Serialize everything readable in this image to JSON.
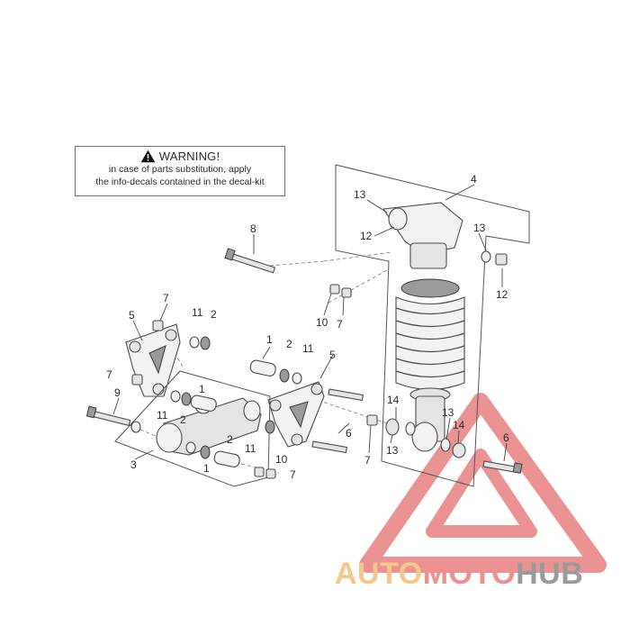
{
  "warning": {
    "title": "WARNING!",
    "line1": "in case of parts substitution, apply",
    "line2": "the info-decals contained in the decal-kit"
  },
  "callouts": {
    "shock_absorber": "4",
    "bolt_8": "8",
    "bolt_9": "9",
    "lever_assembly": "3",
    "plate_left": "5",
    "plate_right": "5",
    "nut_7_a": "7",
    "nut_7_b": "7",
    "nut_7_c": "7",
    "nut_7_d": "7",
    "nut_7_e": "7",
    "washer_10_a": "10",
    "washer_10_b": "10",
    "bearing_11_a": "11",
    "bearing_11_b": "11",
    "bearing_11_c": "11",
    "bearing_11_d": "11",
    "seal_2_a": "2",
    "seal_2_b": "2",
    "seal_2_c": "2",
    "seal_2_d": "2",
    "bush_1_a": "1",
    "bush_1_b": "1",
    "bush_1_c": "1",
    "bolt_6_a": "6",
    "bolt_6_b": "6",
    "oring_13_a": "13",
    "oring_13_b": "13",
    "oring_13_c": "13",
    "oring_13_d": "13",
    "spacer_12_a": "12",
    "spacer_12_b": "12",
    "bush_14_a": "14",
    "bush_14_b": "14"
  },
  "logo": {
    "part1": "AUTO",
    "part2": "MOTO",
    "part3": "HUB",
    "color1": "#f5c78a",
    "color2": "#ef8f8f",
    "color3": "#9a9a9a",
    "triangle_color": "#e88080"
  },
  "icons": {
    "warning": "warning-triangle-icon"
  }
}
